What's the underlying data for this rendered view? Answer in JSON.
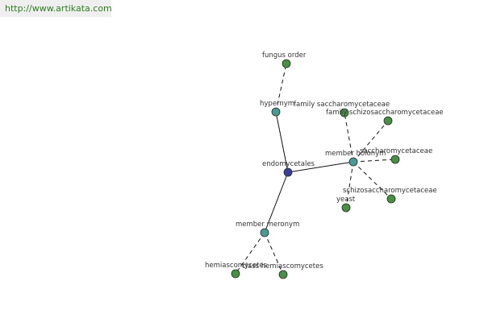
{
  "watermark": {
    "text": "http://www.artikata.com"
  },
  "colors": {
    "root": "#3b3f9a",
    "relation": "#4a9a94",
    "leaf": "#4a8f45"
  },
  "graph": {
    "nodes": [
      {
        "id": "endomycetales",
        "label": "endomycetales",
        "kind": "root"
      },
      {
        "id": "hypernym",
        "label": "hypernym",
        "kind": "relation"
      },
      {
        "id": "member-holonym",
        "label": "member holonym",
        "kind": "relation"
      },
      {
        "id": "member-meronym",
        "label": "member meronym",
        "kind": "relation"
      },
      {
        "id": "fungus-order",
        "label": "fungus order",
        "kind": "leaf"
      },
      {
        "id": "family-saccharomycetaceae",
        "label": "family saccharomycetaceae",
        "kind": "leaf"
      },
      {
        "id": "family-schizosaccharomycetaceae",
        "label": "family schizosaccharomycetaceae",
        "kind": "leaf"
      },
      {
        "id": "saccharomycetaceae",
        "label": "saccharomycetaceae",
        "kind": "leaf"
      },
      {
        "id": "schizosaccharomycetaceae",
        "label": "schizosaccharomycetaceae",
        "kind": "leaf"
      },
      {
        "id": "yeast",
        "label": "yeast",
        "kind": "leaf"
      },
      {
        "id": "hemiascomycetes",
        "label": "hemiascomycetes",
        "kind": "leaf"
      },
      {
        "id": "class-hemiascomycetes",
        "label": "class hemiascomycetes",
        "kind": "leaf"
      }
    ],
    "edges": [
      {
        "from": "endomycetales",
        "to": "hypernym",
        "style": "solid"
      },
      {
        "from": "endomycetales",
        "to": "member-holonym",
        "style": "solid"
      },
      {
        "from": "endomycetales",
        "to": "member-meronym",
        "style": "solid"
      },
      {
        "from": "hypernym",
        "to": "fungus-order",
        "style": "dashed"
      },
      {
        "from": "member-holonym",
        "to": "family-saccharomycetaceae",
        "style": "dashed"
      },
      {
        "from": "member-holonym",
        "to": "family-schizosaccharomycetaceae",
        "style": "dashed"
      },
      {
        "from": "member-holonym",
        "to": "saccharomycetaceae",
        "style": "dashed"
      },
      {
        "from": "member-holonym",
        "to": "schizosaccharomycetaceae",
        "style": "dashed"
      },
      {
        "from": "member-holonym",
        "to": "yeast",
        "style": "dashed"
      },
      {
        "from": "member-meronym",
        "to": "hemiascomycetes",
        "style": "dashed"
      },
      {
        "from": "member-meronym",
        "to": "class-hemiascomycetes",
        "style": "dashed"
      }
    ]
  }
}
